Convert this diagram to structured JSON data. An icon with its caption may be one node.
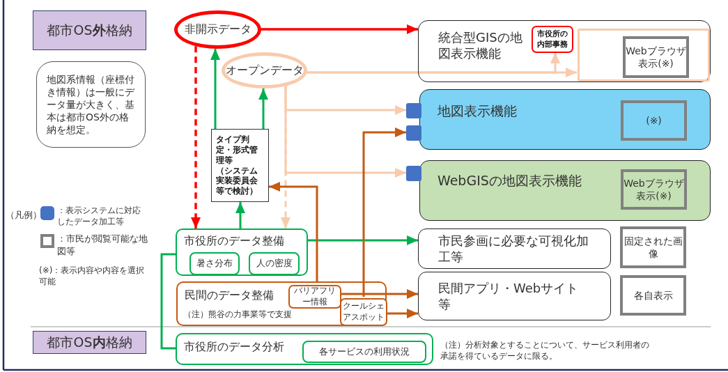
{
  "diagram": {
    "nodes": [
      {
        "text": [
          "都市OS**外**格納"
        ]
      },
      {
        "text": [
          "地図系情報（座標付き情報）は一般にデータ量が大きく、基本は都市OS外の格納を想定。"
        ]
      },
      {
        "text": [
          "非開示データ"
        ]
      },
      {
        "text": [
          "オープンデータ"
        ]
      },
      {
        "text": [
          "タイプ判定・形式管理等",
          "（システム実装委員会等で検討）"
        ]
      },
      {
        "text": [
          "統合型GISの地図表示機能"
        ]
      },
      {
        "text": [
          "市役所の内部事務"
        ],
        "in": 5
      },
      {
        "text": [],
        "shape": "box",
        "in": 5
      },
      {
        "text": [
          "Webブラウザ表示(※)"
        ],
        "in": 7
      },
      {
        "text": [
          "地図表示機能"
        ]
      },
      {
        "text": [
          "(※)"
        ],
        "in": 9
      },
      {
        "text": [
          "WebGISの地図表示機能"
        ]
      },
      {
        "text": [
          "Webブラウザ表示(※)"
        ],
        "in": 11
      },
      {
        "text": [],
        "shape": "box"
      },
      {
        "text": [],
        "shape": "box"
      },
      {
        "text": [],
        "shape": "box"
      },
      {
        "text": [
          "市役所のデータ整備"
        ]
      },
      {
        "text": [
          "暑さ分布"
        ],
        "in": 16
      },
      {
        "text": [
          "人の密度"
        ],
        "in": 16
      },
      {
        "text": [
          "民間のデータ整備",
          "（注）熊谷の力事業等で支援"
        ]
      },
      {
        "text": [
          "バリアフリー情報"
        ],
        "in": 19
      },
      {
        "text": [
          "クールシェアスポット"
        ],
        "in": 19
      },
      {
        "text": [
          "市民参画に必要な可視化加工等"
        ]
      },
      {
        "text": [
          "固定された画像"
        ]
      },
      {
        "text": [
          "民間アプリ・Webサイト等"
        ]
      },
      {
        "text": [
          "各自表示"
        ]
      },
      {
        "text": [
          "都市OS**内**格納"
        ]
      },
      {
        "text": [
          "市役所のデータ分析"
        ]
      },
      {
        "text": [
          "各サービスの利用状況"
        ],
        "in": 27
      }
    ],
    "edges": [
      {
        "from": 2,
        "to": 5,
        "arrow": "to",
        "color": "#ff0000"
      },
      {
        "from": 2,
        "to": 16,
        "arrow": "to",
        "style": "dashed",
        "color": "#ff0000"
      },
      {
        "from": 4,
        "to": 2,
        "arrow": "to",
        "color": "#00b050"
      },
      {
        "from": 4,
        "to": 3,
        "arrow": "to",
        "color": "#00b050"
      },
      {
        "from": 16,
        "to": 4,
        "arrow": "to",
        "color": "#00b050"
      },
      {
        "from": 3,
        "to": 7,
        "arrow": "to",
        "color": "#f8cbad"
      },
      {
        "from": 3,
        "to": 6,
        "arrow": "to",
        "color": "#f8cbad"
      },
      {
        "from": 3,
        "to": 13,
        "arrow": "to",
        "color": "#f8cbad"
      },
      {
        "from": 3,
        "to": 15,
        "arrow": "to",
        "color": "#f8cbad"
      },
      {
        "from": 3,
        "to": 16,
        "arrow": "to",
        "style": "dashed",
        "color": "#f8cbad"
      },
      {
        "from": 16,
        "to": 22,
        "arrow": "to",
        "color": "#00b050"
      },
      {
        "from": 19,
        "to": 4,
        "arrow": "to",
        "color": "#c55a11"
      },
      {
        "from": 20,
        "to": 24,
        "arrow": "to",
        "color": "#c55a11"
      },
      {
        "from": 21,
        "to": 24,
        "arrow": "to",
        "color": "#c55a11"
      },
      {
        "from": 21,
        "to": 14,
        "arrow": "to",
        "color": "#c55a11"
      },
      {
        "from": 16,
        "to": 27,
        "arrow": "none",
        "color": "#00b050"
      }
    ],
    "labels": [
      "（凡例）",
      "(※)：表示内容や内容を選択可能",
      "（注）分析対象とすることについて、サービス利用者の承諾を得ているデータに限る。"
    ],
    "legend": [
      {
        "text": "：表示システムに対応したデータ加工等",
        "color": "#4472c4"
      },
      {
        "text": "：市民が閲覧可能な地図等"
      }
    ]
  }
}
